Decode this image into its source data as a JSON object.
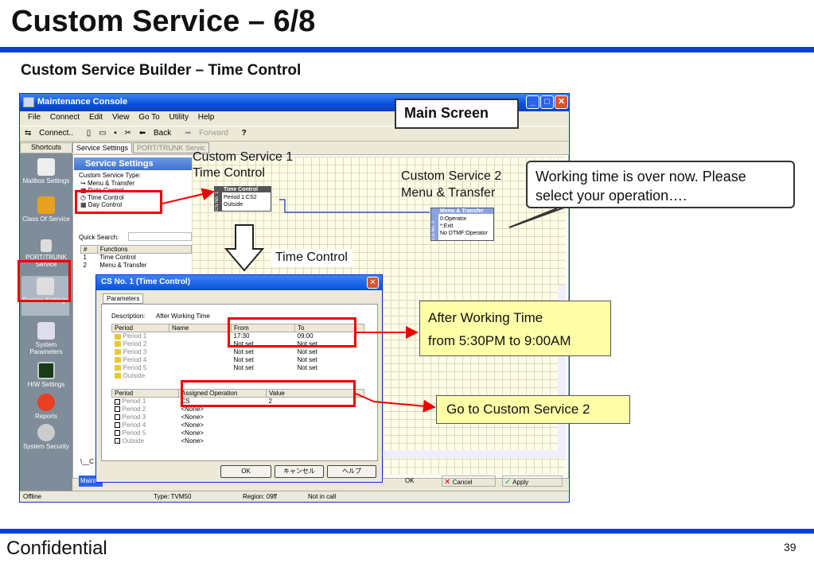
{
  "slide": {
    "title": "Custom Service – 6/8",
    "subtitle": "Custom Service Builder – Time Control",
    "footer": "Confidential",
    "page_number": "39"
  },
  "window": {
    "title": "Maintenance Console",
    "menu": [
      "File",
      "Connect",
      "Edit",
      "View",
      "Go To",
      "Utility",
      "Help"
    ],
    "toolbar": [
      "Connect..",
      "Back",
      "Forward",
      "?"
    ],
    "shortcuts_header": "Shortcuts",
    "shortcuts": [
      "Mailbox Settings",
      "Class Of Service",
      "PORT/TRUNK Service",
      "Service Settings",
      "System Parameters",
      "H/W Settings",
      "Reports",
      "System Security"
    ],
    "tabs": [
      "Service Settings",
      "PORT/TRUNK Servic"
    ],
    "panel_title": "Service Settings",
    "cs_type_label": "Custom Service Type:",
    "cs_types": [
      "Menu & Transfer",
      "Date Control",
      "Time Control",
      "Day Control"
    ],
    "quick_search_label": "Quick Search:",
    "list_headers": [
      "#",
      "Functions"
    ],
    "list_rows": [
      [
        "1",
        "Time Control"
      ],
      [
        "2",
        "Menu & Transfer"
      ]
    ],
    "bottom_tab": "Maint",
    "bottom_prefix": "\\__C",
    "buttons": {
      "ok": "OK",
      "cancel": "Cancel",
      "apply": "Apply"
    },
    "status": {
      "state": "Offline",
      "type": "Type: TVM50",
      "region": "Region: 09ff",
      "call": "Not in call"
    }
  },
  "nodes": {
    "cs1": {
      "side": "CS No. 1",
      "head": "Time Control",
      "rows": [
        "Period 1:CS2",
        "Outside"
      ]
    },
    "cs2": {
      "side": "CS No. 2",
      "head": "Menu & Transfer",
      "rows": [
        "0:Operator",
        "*:Exit",
        "No DTMF:Operator"
      ]
    }
  },
  "dialog": {
    "title": "CS No. 1 (Time Control)",
    "tab": "Parameters",
    "description_label": "Description:",
    "description_value": "After Working Time",
    "period_headers": [
      "Period",
      "Name",
      "From",
      "To"
    ],
    "periods": [
      [
        "Period 1",
        "",
        "17:30",
        "09:00"
      ],
      [
        "Period 2",
        "",
        "Not set",
        "Not set"
      ],
      [
        "Period 3",
        "",
        "Not set",
        "Not set"
      ],
      [
        "Period 4",
        "",
        "Not set",
        "Not set"
      ],
      [
        "Period 5",
        "",
        "Not set",
        "Not set"
      ],
      [
        "Outside",
        "",
        "",
        ""
      ]
    ],
    "op_headers": [
      "Period",
      "Assigned Operation",
      "Value"
    ],
    "operations": [
      [
        "Period 1",
        "CS",
        "2"
      ],
      [
        "Period 2",
        "<None>",
        ""
      ],
      [
        "Period 3",
        "<None>",
        ""
      ],
      [
        "Period 4",
        "<None>",
        ""
      ],
      [
        "Period 5",
        "<None>",
        ""
      ],
      [
        "Outside",
        "<None>",
        ""
      ]
    ],
    "op_checked": [
      true,
      false,
      false,
      false,
      false,
      true
    ],
    "buttons": [
      "OK",
      "キャンセル",
      "ヘルプ"
    ]
  },
  "annotations": {
    "main_screen": "Main Screen",
    "cs1_label_1": "Custom Service 1",
    "cs1_label_2": "Time Control",
    "cs2_label_1": "Custom Service 2",
    "cs2_label_2": "Menu & Transfer",
    "speech": "Working time is over now. Please select your operation….",
    "time_control": "Time Control",
    "after_1": "After Working Time",
    "after_2": "from 5:30PM to 9:00AM",
    "goto": "Go to Custom Service 2"
  },
  "colors": {
    "accent_blue": "#0a3fd6",
    "highlight_red": "#e00000",
    "note_yellow": "#ffffa8"
  }
}
